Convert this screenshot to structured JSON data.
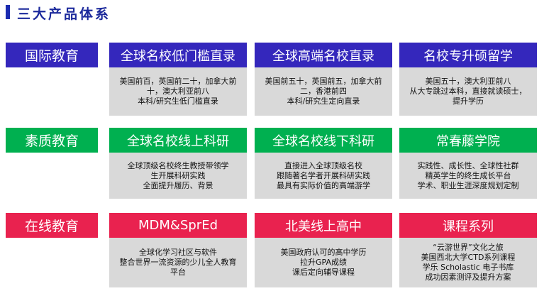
{
  "title": "三大产品体系",
  "colors": {
    "blue": "#3427bc",
    "green": "#00b050",
    "red": "#e9224f",
    "body": "#d9d9d9"
  },
  "rows": [
    {
      "category": "国际教育",
      "cards": [
        {
          "title": "全球名校低门槛直录",
          "lines": [
            "美国前百，英国前二十，加拿大前",
            "十，澳大利亚前八",
            "本科/研究生低门槛直录"
          ]
        },
        {
          "title": "全球高端名校直录",
          "lines": [
            "美国前五十，英国前五，加拿大前",
            "二，香港前四",
            "本科/研究生定向直录"
          ]
        },
        {
          "title": "名校专升硕留学",
          "lines": [
            "美国五十，澳大利亚前八",
            "从大专跳过本科，直接就读硕士，",
            "提升学历"
          ]
        }
      ]
    },
    {
      "category": "素质教育",
      "cards": [
        {
          "title": "全球名校线上科研",
          "lines": [
            "全球顶级名校终生教授带领学",
            "生开展科研实践",
            "全面提升履历、背景"
          ]
        },
        {
          "title": "全球名校线下科研",
          "lines": [
            "直接进入全球顶级名校",
            "跟随著名学者开展科研实践",
            "最具有实际价值的高端游学"
          ]
        },
        {
          "title": "常春藤学院",
          "lines": [
            "实践性、成长性、全球性社群",
            "精英学生的终生成长平台",
            "学术、职业生涯深度规划定制"
          ]
        }
      ]
    },
    {
      "category": "在线教育",
      "cards": [
        {
          "title": "MDM&SprEd",
          "lines": [
            "全球化学习社区与软件",
            "整合世界一流资源的少儿全人教育",
            "平台"
          ]
        },
        {
          "title": "北美线上高中",
          "lines": [
            "美国政府认可的高中学历",
            "拉升GPA成绩",
            "课后定向辅导课程"
          ]
        },
        {
          "title": "课程系列",
          "lines": [
            "“云游世界”文化之旅",
            "美国西北大学CTD系列课程",
            "学乐 Scholastic 电子书库",
            "成功因素测评及提升方案"
          ]
        }
      ]
    }
  ]
}
